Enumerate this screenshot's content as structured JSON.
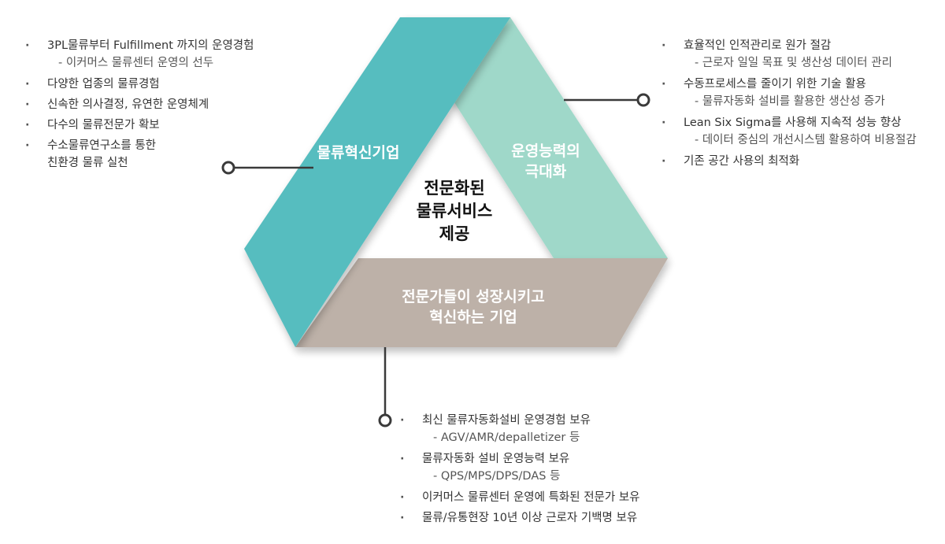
{
  "center": {
    "lines": [
      "전문화된",
      "물류서비스",
      "제공"
    ]
  },
  "bands": {
    "left": {
      "lines": [
        "물류혁신기업"
      ],
      "color": "#56bdbf"
    },
    "right": {
      "lines": [
        "운영능력의",
        "극대화"
      ],
      "color": "#9fd8c9"
    },
    "bottom": {
      "lines": [
        "전문가들이 성장시키고",
        "혁신하는 기업"
      ],
      "color": "#bdb1a8"
    }
  },
  "left_list": [
    {
      "type": "main",
      "text": "3PL물류부터 Fulfillment 까지의 운영경험"
    },
    {
      "type": "sub",
      "text": "- 이커머스 물류센터 운영의 선두"
    },
    {
      "type": "main",
      "text": "다양한 업종의 물류경험"
    },
    {
      "type": "main",
      "text": "신속한 의사결정, 유연한 운영체계"
    },
    {
      "type": "main",
      "text": "다수의 물류전문가 확보"
    },
    {
      "type": "main",
      "text": "수소물류연구소를 통한"
    },
    {
      "type": "cont",
      "text": "친환경 물류 실천"
    }
  ],
  "right_list": [
    {
      "type": "main",
      "text": "효율적인 인적관리로 원가 절감"
    },
    {
      "type": "sub",
      "text": "- 근로자 일일 목표 및 생산성 데이터 관리"
    },
    {
      "type": "main",
      "text": "수동프로세스를 줄이기 위한 기술 활용"
    },
    {
      "type": "sub",
      "text": "- 물류자동화 설비를 활용한 생산성 증가"
    },
    {
      "type": "main",
      "text": "Lean Six Sigma를 사용해 지속적 성능 향상"
    },
    {
      "type": "sub",
      "text": "- 데이터 중심의 개선시스템 활용하여 비용절감"
    },
    {
      "type": "main",
      "text": "기존 공간 사용의 최적화"
    }
  ],
  "bottom_list": [
    {
      "type": "main",
      "text": "최신 물류자동화설비 운영경험 보유"
    },
    {
      "type": "sub",
      "text": "- AGV/AMR/depalletizer 등"
    },
    {
      "type": "main",
      "text": "물류자동화 설비 운영능력 보유"
    },
    {
      "type": "sub",
      "text": "- QPS/MPS/DPS/DAS 등"
    },
    {
      "type": "main",
      "text": "이커머스 물류센터 운영에 특화된 전문가 보유"
    },
    {
      "type": "main",
      "text": "물류/유통현장 10년 이상 근로자 기백명 보유"
    }
  ],
  "connector_color": "#3a3a3a"
}
